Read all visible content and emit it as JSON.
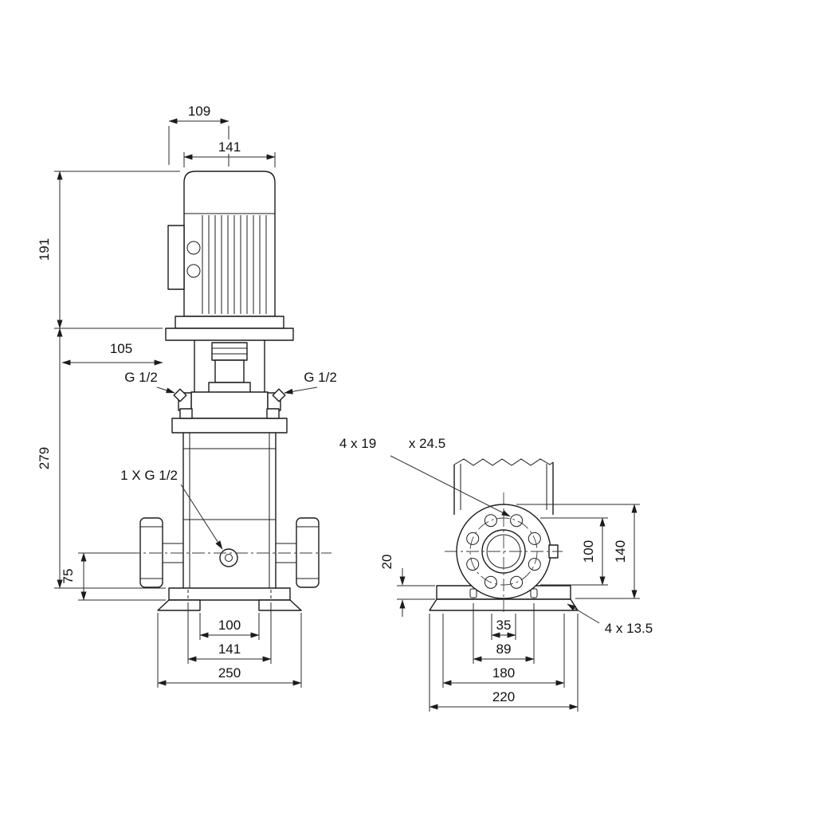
{
  "drawing": {
    "background": "#ffffff",
    "line_color": "#1c1c1c",
    "front_view": {
      "label": "front-view",
      "dims": {
        "motor_depth": "109",
        "motor_width": "141",
        "motor_height": "191",
        "clearance": "105",
        "vent_port_left": "G 1/2",
        "vent_port_right": "G 1/2",
        "pump_height": "279",
        "drain_port": "1 X G 1/2",
        "port_center_height": "75",
        "base_slot_span": "100",
        "base_hole_span": "141",
        "base_width": "250"
      }
    },
    "side_view": {
      "label": "side-view",
      "dims": {
        "flange_hole_callout": "4 x 19",
        "flange_spotface_callout": "x 24.5",
        "base_plate_thickness": "20",
        "bolt_circle_diameter": "100",
        "flange_diameter": "140",
        "port_offset": "35",
        "hole_pitch": "89",
        "base_length": "180",
        "base_overall": "220",
        "base_hole_callout": "4 x 13.5"
      }
    }
  }
}
